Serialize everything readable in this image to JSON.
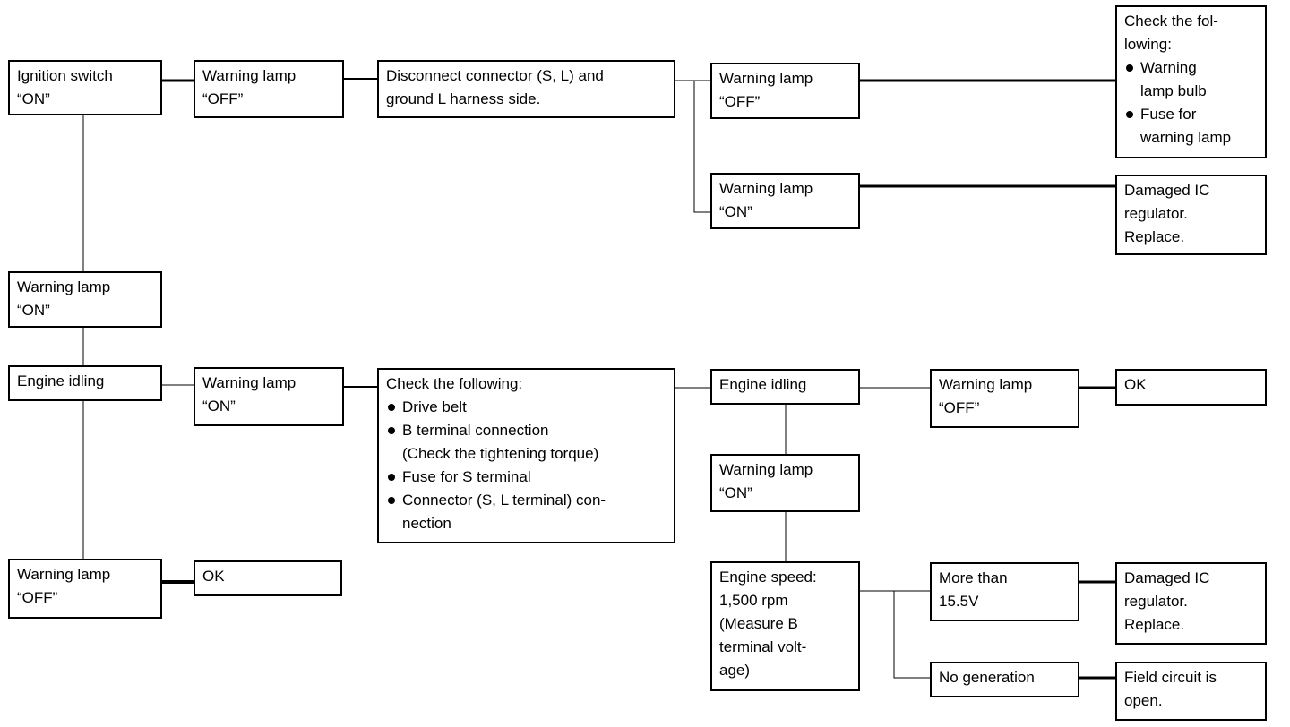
{
  "nodes": {
    "ignition_on": [
      "Ignition switch",
      "“ON”"
    ],
    "warn_off_1": [
      "Warning lamp",
      "“OFF”"
    ],
    "disconnect": [
      "Disconnect connector (S, L) and",
      "ground L harness side."
    ],
    "warn_off_2": [
      "Warning lamp",
      "“OFF”"
    ],
    "check_lamp": {
      "lines": [
        "Check the fol-",
        "lowing:"
      ],
      "items": [
        [
          "Warning",
          "lamp bulb"
        ],
        [
          "Fuse for",
          "warning lamp"
        ]
      ]
    },
    "warn_on_2": [
      "Warning lamp",
      "“ON”"
    ],
    "damaged_ic_1": [
      "Damaged IC",
      "regulator.",
      "Replace."
    ],
    "warn_on_left": [
      "Warning lamp",
      "“ON”"
    ],
    "engine_idling_1": [
      "Engine idling"
    ],
    "warn_on_3": [
      "Warning lamp",
      "“ON”"
    ],
    "check_following": {
      "lines": [
        "Check the following:"
      ],
      "items": [
        [
          "Drive belt"
        ],
        [
          "B terminal connection",
          "(Check the tightening torque)"
        ],
        [
          "Fuse for S terminal"
        ],
        [
          "Connector (S, L terminal) con-",
          "nection"
        ]
      ]
    },
    "engine_idling_2": [
      "Engine idling"
    ],
    "warn_off_3": [
      "Warning lamp",
      "“OFF”"
    ],
    "ok_1": [
      "OK"
    ],
    "warn_on_4": [
      "Warning lamp",
      "“ON”"
    ],
    "warn_off_left": [
      "Warning lamp",
      "“OFF”"
    ],
    "ok_2": [
      "OK"
    ],
    "engine_speed": [
      "Engine speed:",
      "1,500 rpm",
      "(Measure B",
      "terminal volt-",
      "age)"
    ],
    "more_than": [
      "More than",
      "15.5V"
    ],
    "damaged_ic_2": [
      "Damaged IC",
      "regulator.",
      "Replace."
    ],
    "no_generation": [
      "No generation"
    ],
    "field_open": [
      "Field circuit is",
      "open."
    ]
  }
}
